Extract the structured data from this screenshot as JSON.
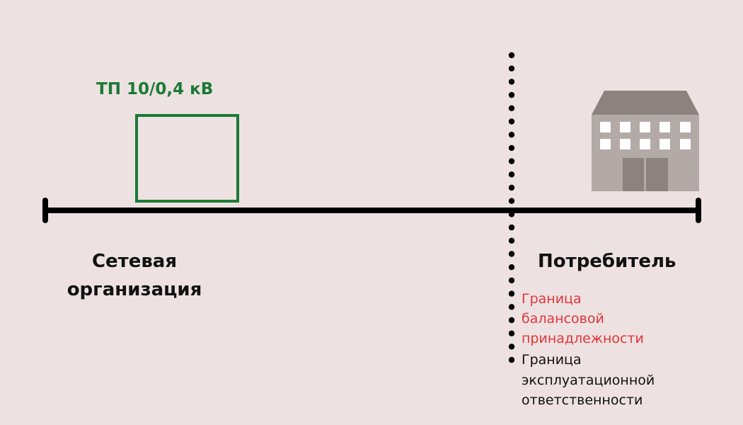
{
  "substation": {
    "label": "ТП 10/0,4 кВ"
  },
  "parties": {
    "network_org": "Сетевая\nорганизация",
    "consumer": "Потребитель"
  },
  "boundaries": {
    "balance": "Граница\n балансовой\n принадлежности",
    "operational": "Граница\n эксплуатационной\nответственности"
  },
  "icons": {
    "building": "building-icon"
  },
  "colors": {
    "background": "#ede2e1",
    "substation": "#1b7a36",
    "balance_boundary_text": "#e0353a",
    "line": "#000000",
    "building_body": "#b3aaa7",
    "building_roof": "#8c8280"
  }
}
